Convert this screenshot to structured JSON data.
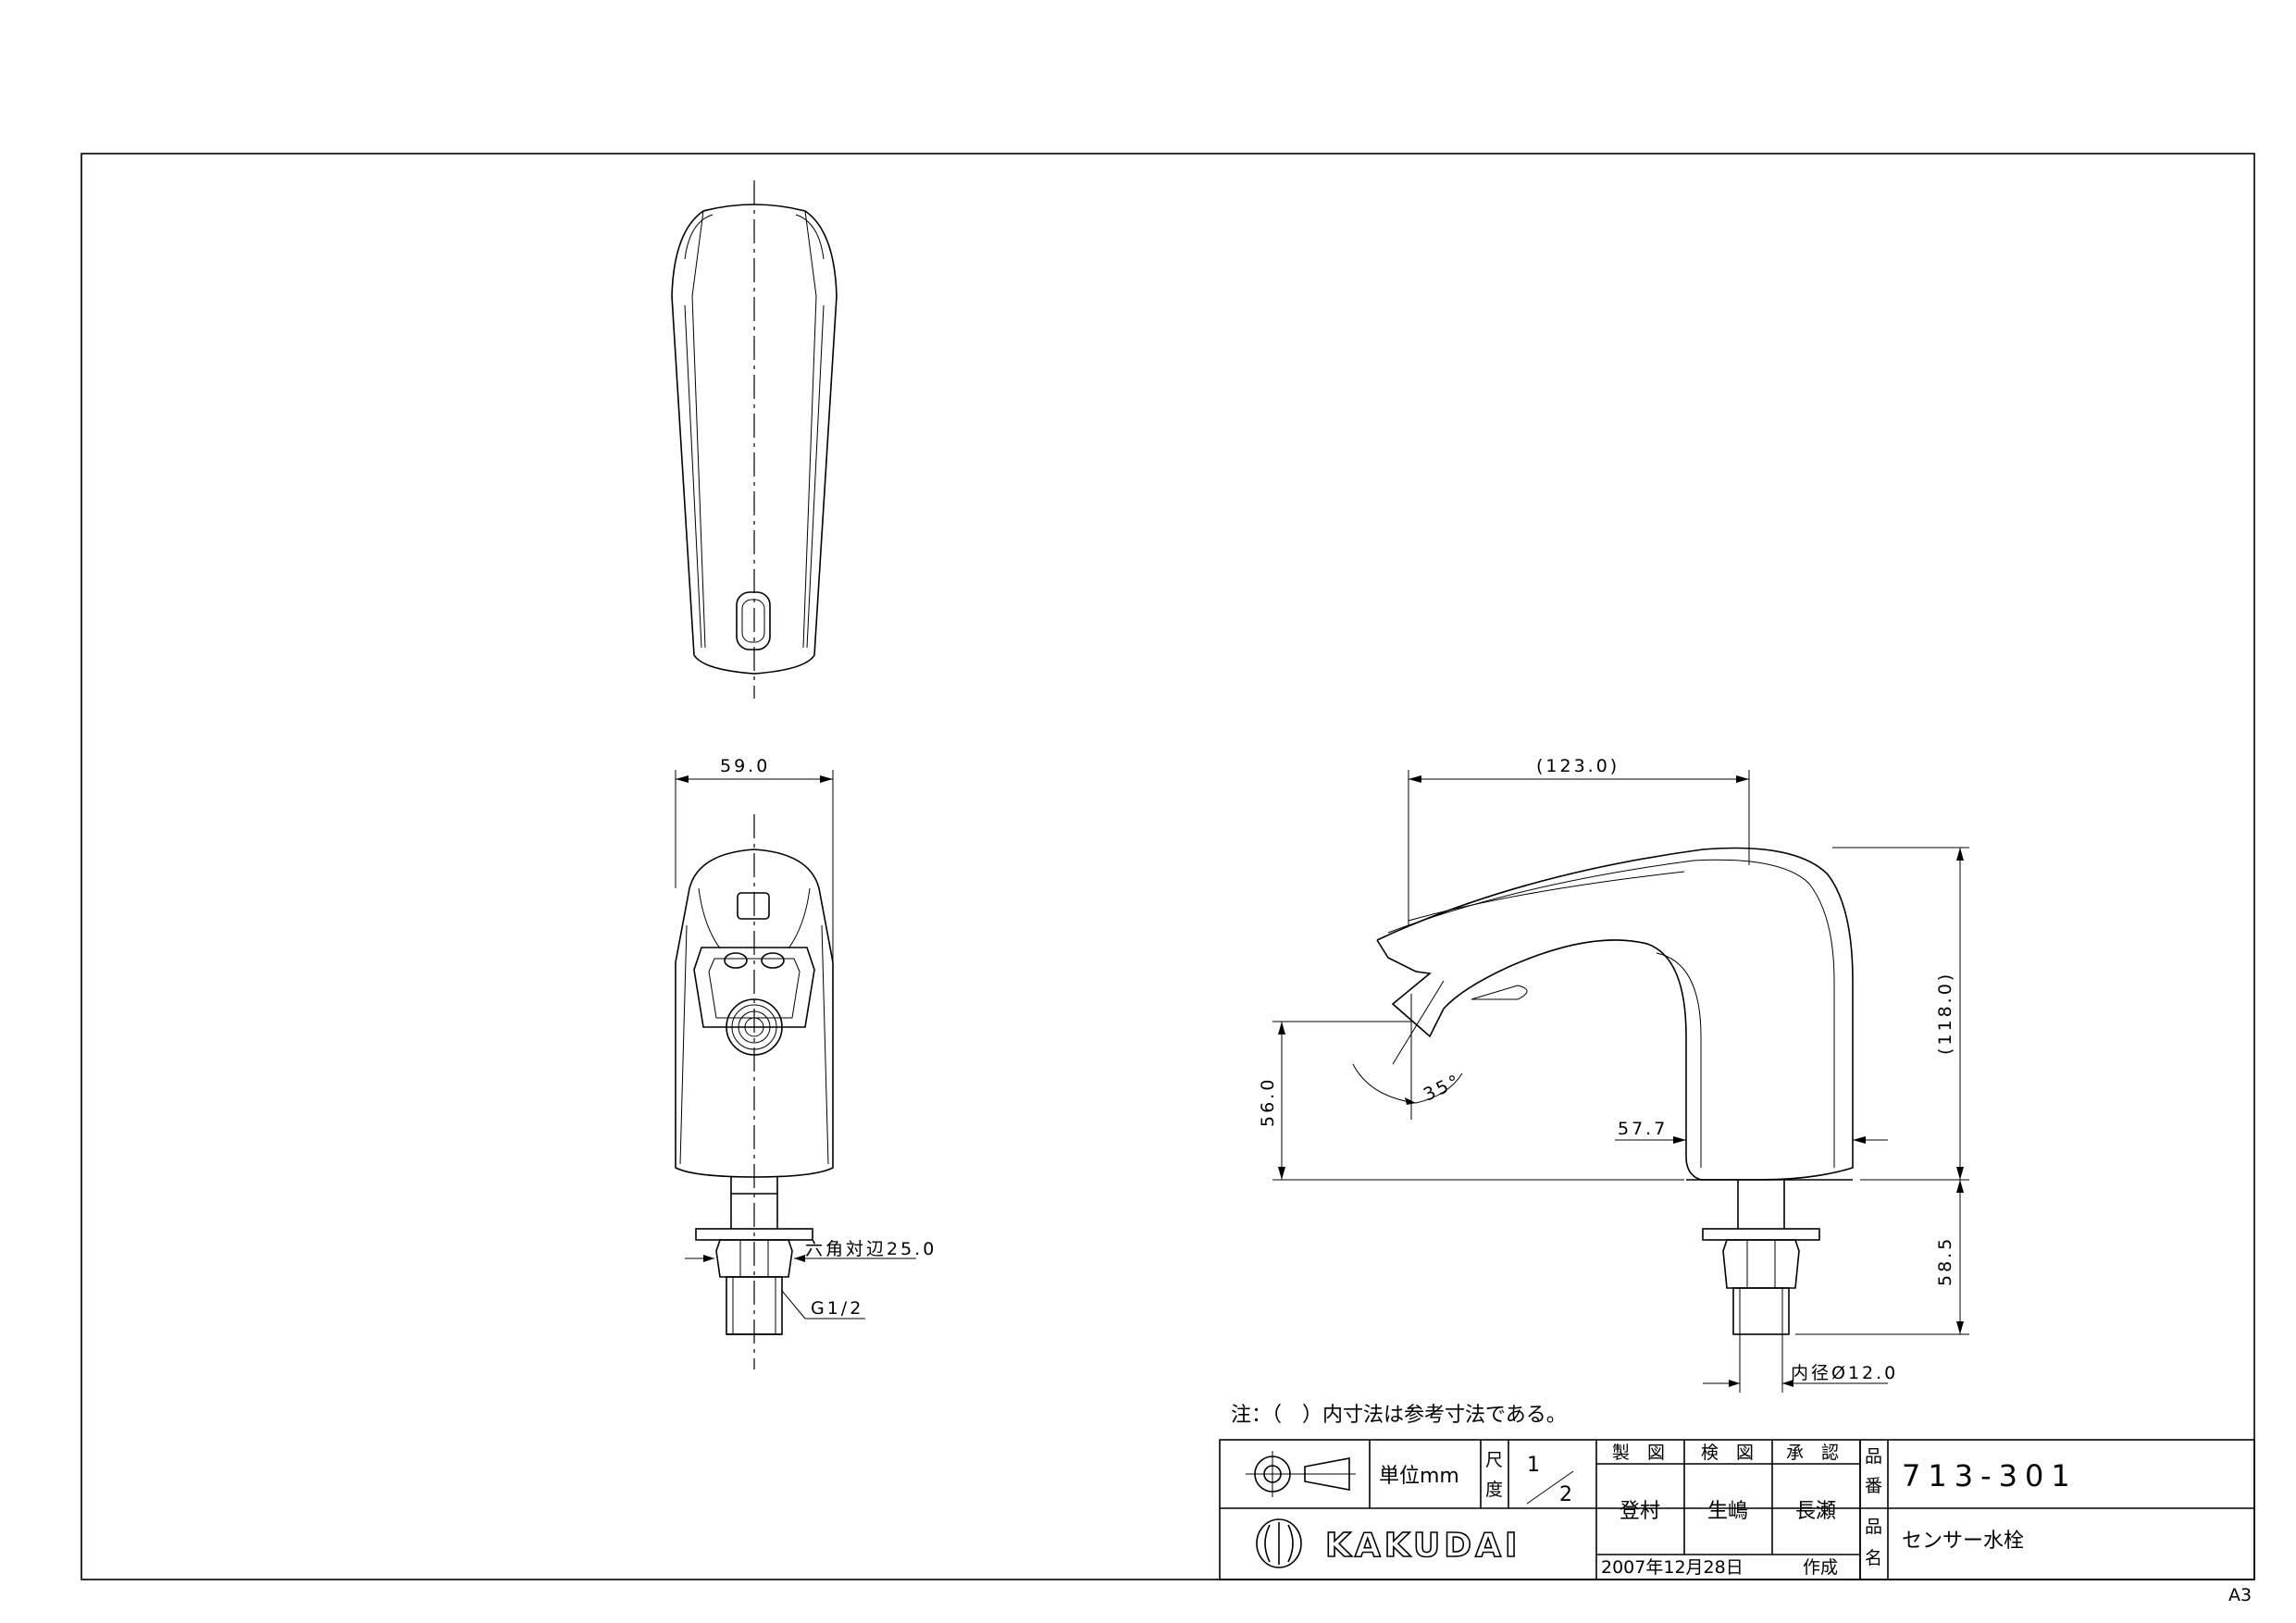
{
  "drawing": {
    "note": "注：（　）内寸法は参考寸法である。",
    "sheet_size": "A3",
    "dimensions": {
      "width_front": "59.0",
      "hex_nut": "六角対辺25.0",
      "thread": "G1/2",
      "reach": "(123.0)",
      "height_total": "(118.0)",
      "spout_height": "56.0",
      "angle": "35°",
      "base_width": "57.7",
      "shank_length": "58.5",
      "inner_dia": "内径Ø12.0"
    }
  },
  "title_block": {
    "unit_label": "単位mm",
    "scale_label_1": "尺",
    "scale_label_2": "度",
    "scale_num": "1",
    "scale_den": "2",
    "col_drawn": "製　図",
    "col_checked": "検　図",
    "col_approved": "承　認",
    "drawn_by": "登村",
    "checked_by": "生嶋",
    "approved_by": "長瀬",
    "part_no_label_1": "品",
    "part_no_label_2": "番",
    "part_no": "713-301",
    "part_name_label_1": "品",
    "part_name_label_2": "名",
    "part_name": "センサー水栓",
    "date": "2007年12月28日",
    "date_suffix": "作成",
    "company": "KAKUDAI"
  }
}
